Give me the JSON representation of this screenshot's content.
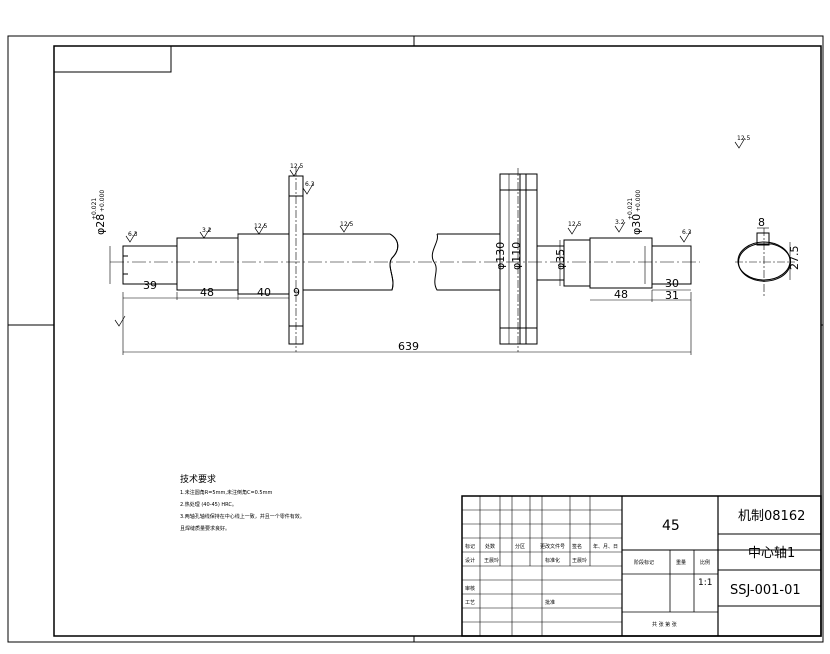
{
  "drawing": {
    "dimensions": {
      "d39": "39",
      "d48a": "48",
      "d40": "40",
      "d9": "9",
      "d639": "639",
      "d48b": "48",
      "d30": "30",
      "d31": "31",
      "d8": "8",
      "d275": "27.5",
      "dia_left": "φ28",
      "tol_left": "+0.021\n+0.000",
      "dia130": "φ130",
      "dia110": "φ110",
      "dia35": "φ35",
      "dia_right": "φ30",
      "tol_right": "+0.021\n+0.000"
    },
    "roughness": {
      "r63": "6.3",
      "r32": "3.2",
      "r125": "12.5"
    }
  },
  "tech": {
    "title": "技术要求",
    "lines": [
      "1.未注圆角R=5mm,未注倒角C=0.5mm",
      "2.热处理 (40-45) HRC。",
      "3.两轴孔轴线保持在中心线上一致，并且一个零件有效。",
      "  且焊缝质量要求良好。"
    ]
  },
  "title_block": {
    "material": "45",
    "school": "机制08162",
    "part_name": "中心轴1",
    "drawing_no": "SSJ-001-01",
    "scale": "1:1",
    "scale_label": "比例",
    "weight_label": "重量",
    "stage_label": "阶段标记",
    "sheet": "共 张 第 张",
    "mark": "标记",
    "count": "处数",
    "zone": "分区",
    "change_doc": "更改文件号",
    "sign": "签名",
    "date": "年、月、日",
    "design": "设计",
    "designer": "王晨玲",
    "standard": "标准化",
    "std_name": "王晨玲",
    "review": "审核",
    "process": "工艺",
    "approve": "批准"
  }
}
